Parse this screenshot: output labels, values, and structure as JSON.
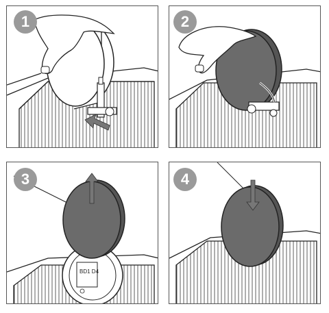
{
  "steps": [
    {
      "number": "1"
    },
    {
      "number": "2"
    },
    {
      "number": "3"
    },
    {
      "number": "4"
    }
  ],
  "label_text": "BD1 D4",
  "colors": {
    "badge": "#9a9a9a",
    "cap_dark": "#6b6b6b",
    "arrow": "#777777",
    "line": "#222222"
  }
}
